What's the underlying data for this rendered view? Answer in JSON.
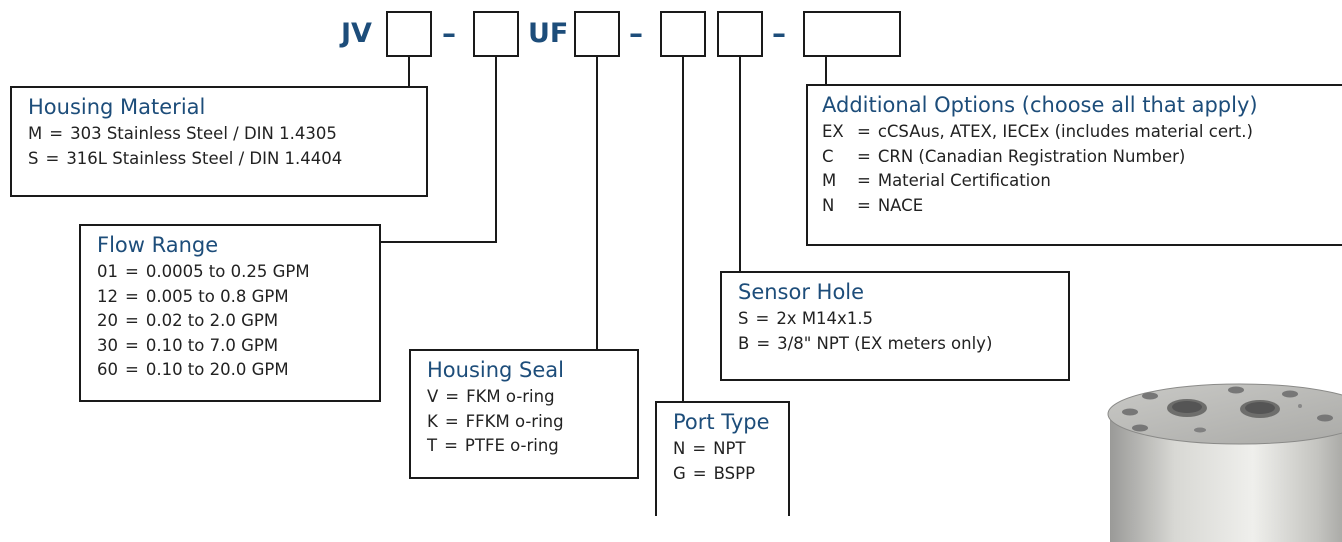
{
  "code": {
    "prefix": "JV",
    "infix": "UF",
    "separator": "–"
  },
  "housing_material": {
    "title": "Housing Material",
    "options": [
      {
        "code": "M",
        "desc": "303 Stainless Steel / DIN 1.4305"
      },
      {
        "code": "S",
        "desc": "316L Stainless Steel / DIN 1.4404"
      }
    ]
  },
  "flow_range": {
    "title": "Flow Range",
    "options": [
      {
        "code": "01",
        "desc": "0.0005 to 0.25 GPM"
      },
      {
        "code": "12",
        "desc": "0.005 to 0.8 GPM"
      },
      {
        "code": "20",
        "desc": "0.02 to 2.0 GPM"
      },
      {
        "code": "30",
        "desc": "0.10 to 7.0 GPM"
      },
      {
        "code": "60",
        "desc": "0.10 to 20.0 GPM"
      }
    ]
  },
  "housing_seal": {
    "title": "Housing Seal",
    "options": [
      {
        "code": "V",
        "desc": "FKM o-ring"
      },
      {
        "code": "K",
        "desc": "FFKM o-ring"
      },
      {
        "code": "T",
        "desc": "PTFE o-ring"
      }
    ]
  },
  "port_type": {
    "title": "Port Type",
    "options": [
      {
        "code": "N",
        "desc": "NPT"
      },
      {
        "code": "G",
        "desc": "BSPP"
      }
    ]
  },
  "sensor_hole": {
    "title": "Sensor Hole",
    "options": [
      {
        "code": "S",
        "desc": "2x M14x1.5"
      },
      {
        "code": "B",
        "desc": "3/8\" NPT (EX meters only)"
      }
    ]
  },
  "additional_options": {
    "title": "Additional Options (choose all that apply)",
    "options": [
      {
        "code": "EX",
        "desc": "cCSAus, ATEX, IECEx (includes material cert.)"
      },
      {
        "code": "C",
        "desc": "CRN (Canadian Registration Number)"
      },
      {
        "code": "M",
        "desc": "Material Certification"
      },
      {
        "code": "N",
        "desc": "NACE"
      }
    ]
  },
  "colors": {
    "title_blue": "#1d4d7a",
    "border": "#1a1a1a",
    "text": "#222222"
  }
}
